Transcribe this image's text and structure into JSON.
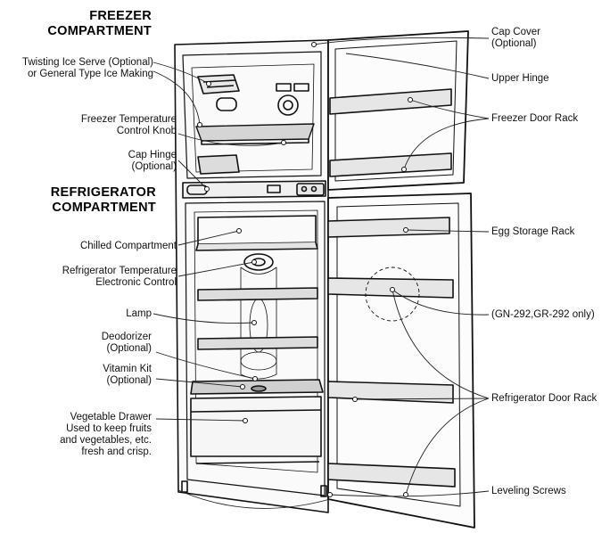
{
  "headings": {
    "freezer": [
      "FREEZER",
      "COMPARTMENT"
    ],
    "refrigerator": [
      "REFRIGERATOR",
      "COMPARTMENT"
    ]
  },
  "labels_left": {
    "ice_serve": [
      "Twisting Ice Serve (Optional)",
      "or General Type Ice Making"
    ],
    "freezer_knob": [
      "Freezer Temperature",
      "Control Knob"
    ],
    "cap_hinge": [
      "Cap Hinge",
      "(Optional)"
    ],
    "chilled": [
      "Chilled Compartment"
    ],
    "ref_control": [
      "Refrigerator Temperature",
      "Electronic Control"
    ],
    "lamp": [
      "Lamp"
    ],
    "deodorizer": [
      "Deodorizer",
      "(Optional)"
    ],
    "vitamin": [
      "Vitamin Kit",
      "(Optional)"
    ],
    "veg_drawer": [
      "Vegetable Drawer",
      "Used to keep fruits",
      "and vegetables, etc.",
      "fresh and crisp."
    ]
  },
  "labels_right": {
    "cap_cover": [
      "Cap Cover",
      "(Optional)"
    ],
    "upper_hinge": [
      "Upper Hinge"
    ],
    "freezer_door_rack": [
      "Freezer Door Rack"
    ],
    "egg_rack": [
      "Egg Storage Rack"
    ],
    "models": [
      "(GN-292,GR-292 only)"
    ],
    "ref_door_rack": [
      "Refrigerator Door Rack"
    ],
    "leveling": [
      "Leveling Screws"
    ]
  }
}
